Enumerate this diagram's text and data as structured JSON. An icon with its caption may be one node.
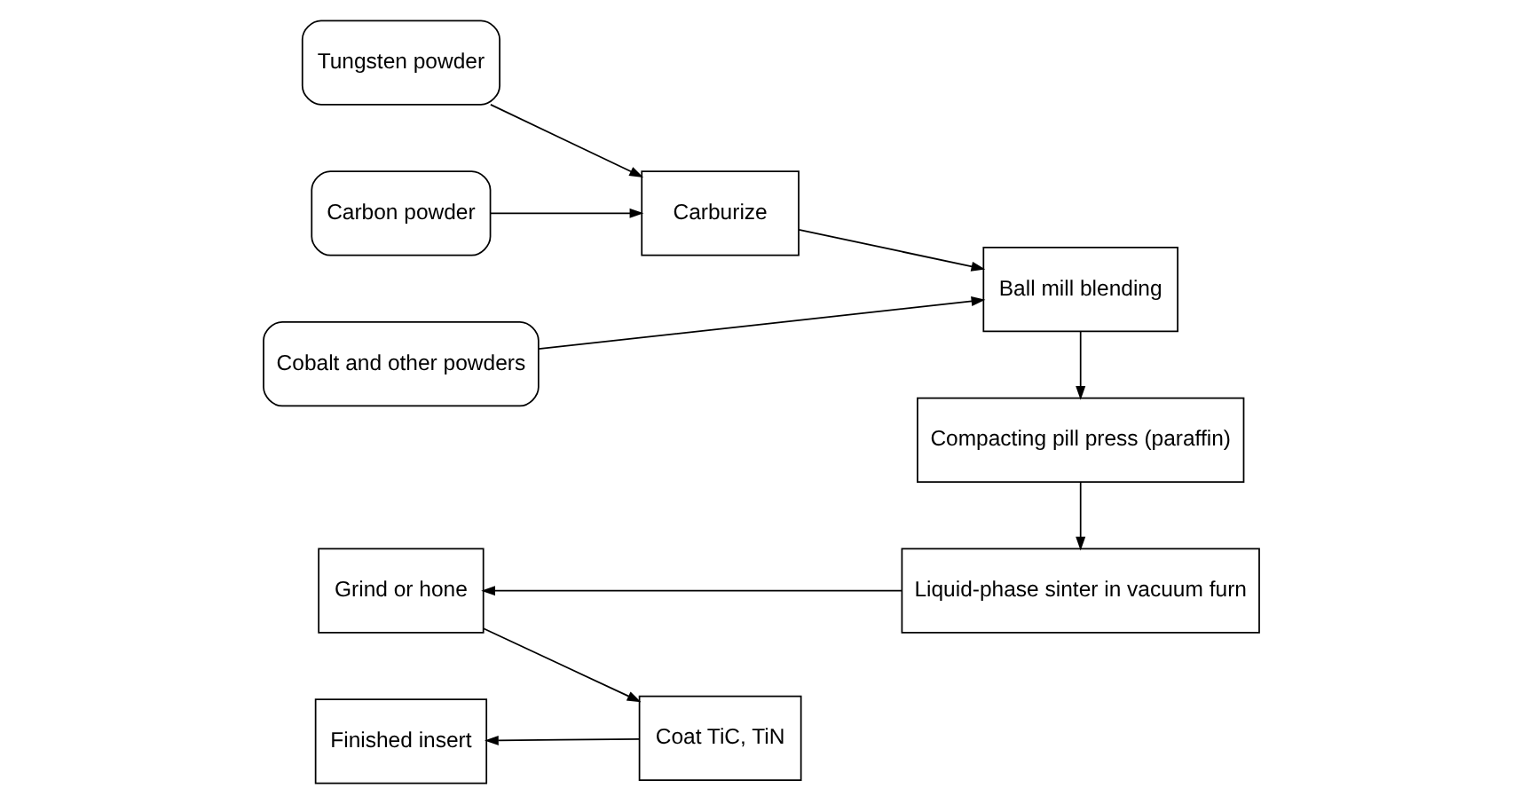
{
  "diagram": {
    "nodes": [
      {
        "text": [
          "Tungsten powder"
        ]
      },
      {
        "text": [
          "Carburize"
        ]
      },
      {
        "text": [
          "Ball mill blending"
        ]
      },
      {
        "text": [
          "Carbon powder"
        ]
      },
      {
        "text": [
          "Cobalt and other powders"
        ]
      },
      {
        "text": [
          "Compacting pill press (paraffin)"
        ]
      },
      {
        "text": [
          "Liquid-phase sinter in vacuum furn"
        ]
      },
      {
        "text": [
          "Grind or hone"
        ]
      },
      {
        "text": [
          "Coat TiC, TiN"
        ]
      },
      {
        "text": [
          "Finished insert"
        ]
      }
    ],
    "edges": [
      {
        "from": 0,
        "to": 1,
        "arrow": "to"
      },
      {
        "from": 3,
        "to": 1,
        "arrow": "to"
      },
      {
        "from": 1,
        "to": 2,
        "arrow": "to"
      },
      {
        "from": 4,
        "to": 2,
        "arrow": "to"
      },
      {
        "from": 2,
        "to": 5,
        "arrow": "to"
      },
      {
        "from": 5,
        "to": 6,
        "arrow": "to"
      },
      {
        "from": 6,
        "to": 7,
        "arrow": "to"
      },
      {
        "from": 7,
        "to": 8,
        "arrow": "to"
      },
      {
        "from": 8,
        "to": 9,
        "arrow": "to"
      }
    ]
  }
}
